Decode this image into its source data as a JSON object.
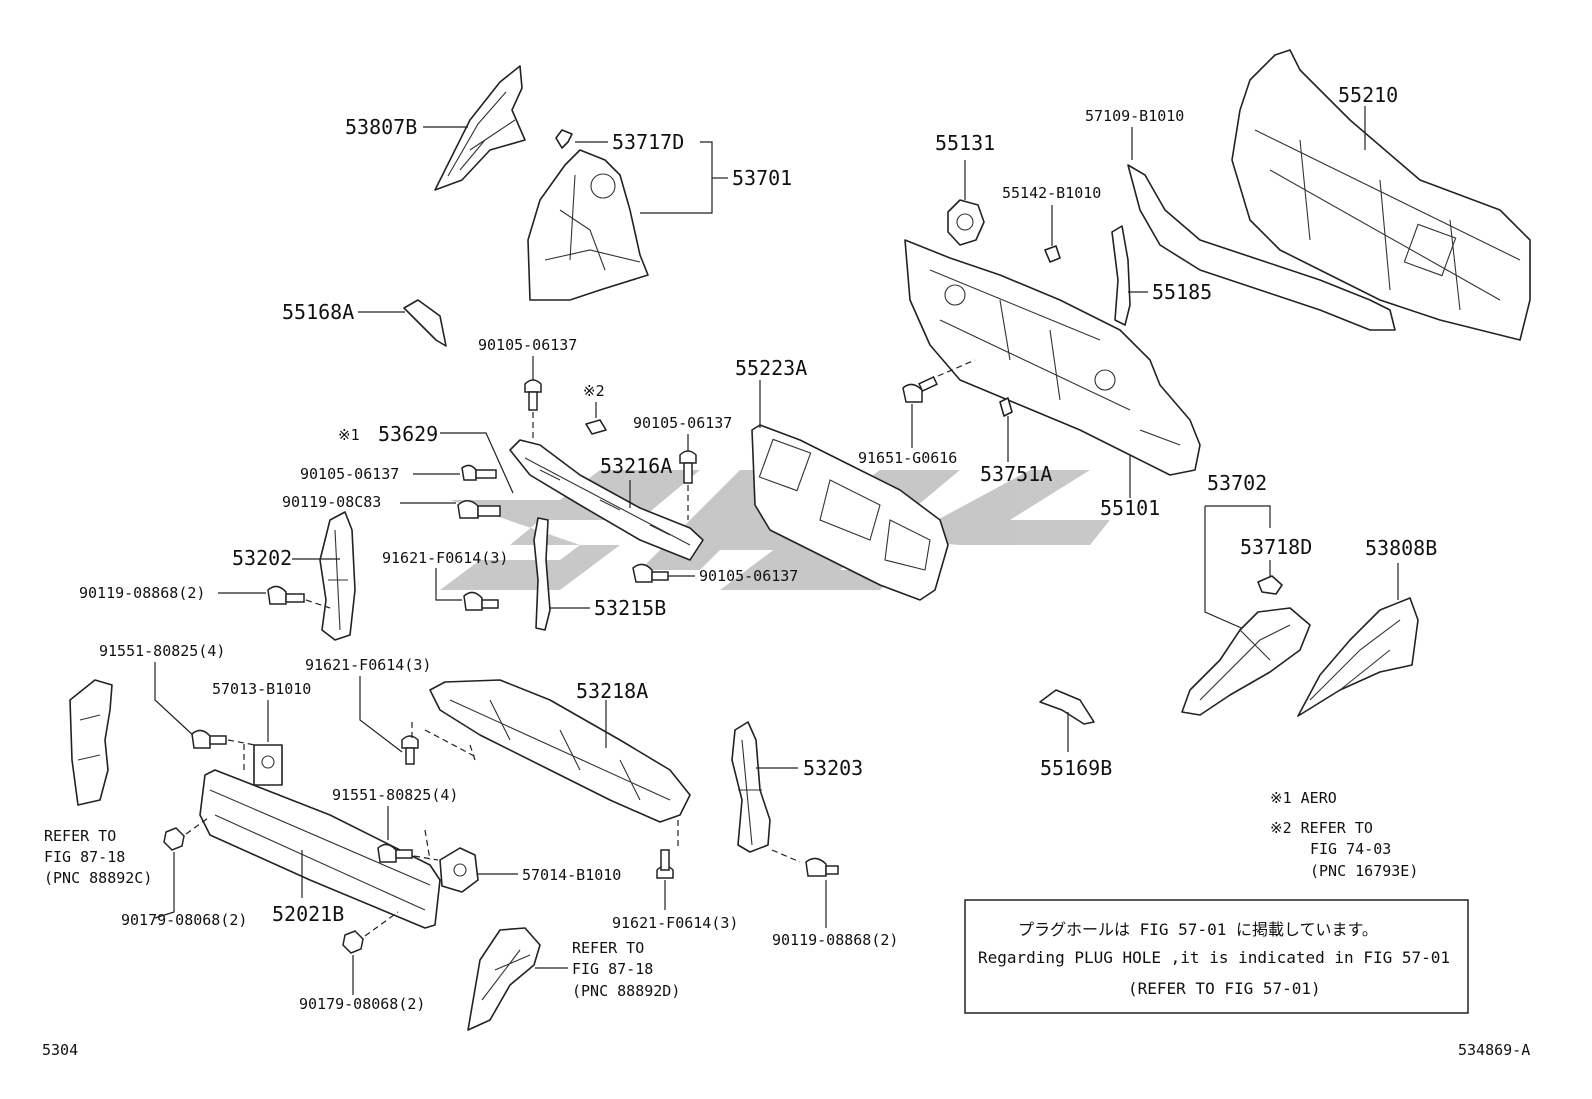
{
  "diagram": {
    "footer_left": "5304",
    "footer_right": "534869-A",
    "notes": {
      "aero": "※1 AERO",
      "refer_line1": "※2 REFER TO",
      "refer_line2": "FIG 74-03",
      "refer_line3": "(PNC 16793E)"
    },
    "notice_box": {
      "line1": "プラグホールは FIG 57-01 に掲載しています。",
      "line2": "Regarding PLUG HOLE ,it is indicated in FIG 57-01",
      "line3": "(REFER TO FIG 57-01)"
    },
    "labels": {
      "p53807B": "53807B",
      "p53717D": "53717D",
      "p53701": "53701",
      "p55168A": "55168A",
      "p90105_a": "90105-06137",
      "mark2": "※2",
      "p90105_b": "90105-06137",
      "mark1": "※1",
      "p53629": "53629",
      "p90105_c": "90105-06137",
      "p53216A": "53216A",
      "p90119_08C83": "90119-08C83",
      "p53202": "53202",
      "p91621_a": "91621-F0614(3)",
      "p90105_d": "90105-06137",
      "p90119_a": "90119-08868(2)",
      "p53215B": "53215B",
      "p91551_a": "91551-80825(4)",
      "p91621_b": "91621-F0614(3)",
      "p57013": "57013-B1010",
      "p53218A": "53218A",
      "refer1_l1": "REFER TO",
      "refer1_l2": "FIG 87-18",
      "refer1_l3": "(PNC 88892C)",
      "p91551_b": "91551-80825(4)",
      "p53203": "53203",
      "p57014": "57014-B1010",
      "p90179_a": "90179-08068(2)",
      "p52021B": "52021B",
      "p91621_c": "91621-F0614(3)",
      "p90119_b": "90119-08868(2)",
      "refer2_l1": "REFER TO",
      "refer2_l2": "FIG 87-18",
      "refer2_l3": "(PNC 88892D)",
      "p90179_b": "90179-08068(2)",
      "p55223A": "55223A",
      "p55131": "55131",
      "p55142": "55142-B1010",
      "p57109": "57109-B1010",
      "p55210": "55210",
      "p55185": "55185",
      "p91651": "91651-G0616",
      "p53751A": "53751A",
      "p55101": "55101",
      "p53702": "53702",
      "p53718D": "53718D",
      "p53808B": "53808B",
      "p55169B": "55169B"
    }
  }
}
